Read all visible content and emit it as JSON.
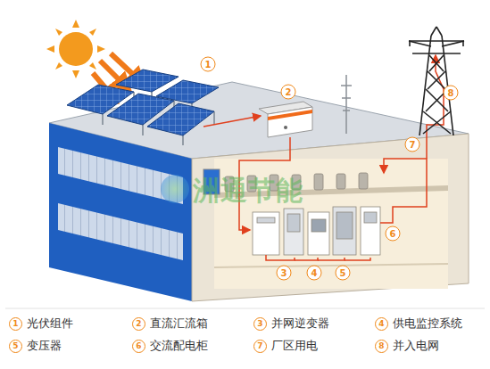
{
  "diagram": {
    "labels": [
      "1",
      "2",
      "3",
      "4",
      "5",
      "6",
      "7",
      "8",
      "洲通节能",
      "1",
      "2",
      "3",
      "4",
      "5",
      "6",
      "7",
      "8"
    ],
    "legend": [
      {
        "text": "光伏组件"
      },
      {
        "text": "直流汇流箱"
      },
      {
        "text": "并网逆变器"
      },
      {
        "text": "供电监控系统"
      },
      {
        "text": "变压器"
      },
      {
        "text": "交流配电柜"
      },
      {
        "text": "厂区用电"
      },
      {
        "text": "并入电网"
      }
    ]
  }
}
